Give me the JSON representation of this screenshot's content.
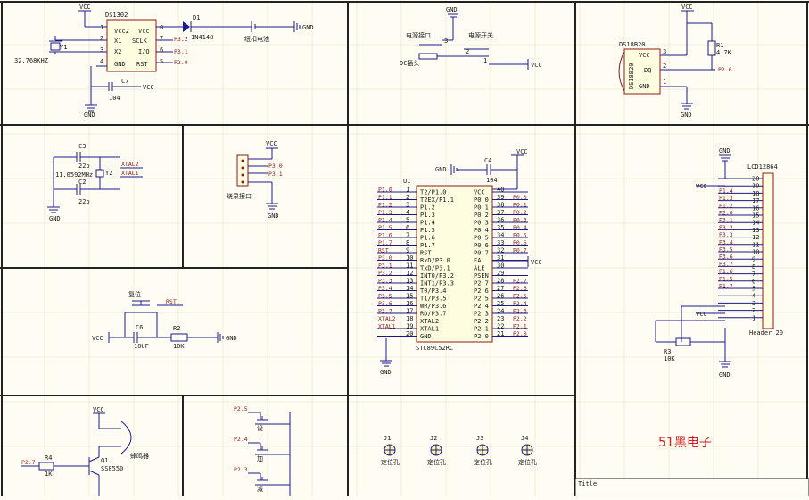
{
  "ds1302": {
    "ref": "DS1302",
    "pins_left": [
      "Vcc2",
      "X1",
      "X2",
      "GND"
    ],
    "pins_right": [
      "Vcc",
      "SCLK",
      "I/O",
      "RST"
    ],
    "pin_nums_left": [
      "1",
      "2",
      "3",
      "4"
    ],
    "pin_nums_right": [
      "8",
      "7",
      "6",
      "5"
    ],
    "nets_right": [
      "P3.2",
      "P3.1",
      "P2.0"
    ],
    "crystal_ref": "Y1",
    "crystal_val": "32.768KHZ",
    "cap_ref": "C7",
    "cap_val": "104",
    "vcc": "VCC",
    "gnd": "GND"
  },
  "battery": {
    "diode_ref": "D1",
    "diode_val": "1N4148",
    "label": "纽扣电池",
    "gnd": "GND"
  },
  "power": {
    "gnd": "GND",
    "port_label": "电源接口",
    "switch_label": "电源开关",
    "dc_label": "DC插头",
    "pin1": "1",
    "pin2": "2",
    "pin3": "3",
    "vcc": "VCC"
  },
  "ds18b20": {
    "ref": "DS18B20",
    "vcc": "VCC",
    "pins": [
      "VCC",
      "DQ",
      "GND"
    ],
    "pin_nums": [
      "3",
      "2",
      "1"
    ],
    "body_text": "DS18B20",
    "r_ref": "R1",
    "r_val": "4.7K",
    "net": "P2.6",
    "gnd": "GND"
  },
  "osc": {
    "c3_ref": "C3",
    "c3_val": "22p",
    "c2_ref": "C2",
    "c2_val": "22p",
    "y_ref": "Y2",
    "y_val": "11.0592MHz",
    "net1": "XTAL2",
    "net2": "XTAL1",
    "gnd": "GND"
  },
  "ir": {
    "vcc": "VCC",
    "net1": "P3.0",
    "net2": "P3.1",
    "label": "烧录接口",
    "gnd": "GND"
  },
  "mcu": {
    "ref": "U1",
    "name": "STC89C52RC",
    "gnd_label": "GND",
    "c4_ref": "C4",
    "c4_val": "104",
    "vcc": "VCC",
    "ea_vcc": "VCC",
    "gnd": "GND",
    "left_nums": [
      "1",
      "2",
      "3",
      "4",
      "5",
      "6",
      "7",
      "8",
      "9",
      "10",
      "11",
      "12",
      "13",
      "14",
      "15",
      "16",
      "17",
      "18",
      "19",
      "20"
    ],
    "left_pins": [
      "T2/P1.0",
      "T2EX/P1.1",
      "P1.2",
      "P1.3",
      "P1.4",
      "P1.5",
      "P1.6",
      "P1.7",
      "RST",
      "RxD/P3.0",
      "TxD/P3.1",
      "INT0/P3.2",
      "INT1/P3.3",
      "T0/P3.4",
      "T1/P3.5",
      "WR/P3.6",
      "RD/P3.7",
      "XTAL2",
      "XTAL1",
      "GND"
    ],
    "left_nets": [
      "P1.0",
      "P1.1",
      "P1.2",
      "P1.3",
      "P1.4",
      "P1.5",
      "P1.6",
      "P1.7",
      "RST",
      "P3.0",
      "P3.1",
      "P3.2",
      "P3.3",
      "P3.4",
      "P3.5",
      "P3.6",
      "P3.7",
      "XTAL2",
      "XTAL1",
      ""
    ],
    "right_nums": [
      "40",
      "39",
      "38",
      "37",
      "36",
      "35",
      "34",
      "33",
      "32",
      "31",
      "30",
      "29",
      "28",
      "27",
      "26",
      "25",
      "24",
      "23",
      "22",
      "21"
    ],
    "right_pins": [
      "VCC",
      "P0.0",
      "P0.1",
      "P0.2",
      "P0.3",
      "P0.4",
      "P0.5",
      "P0.6",
      "P0.7",
      "EA",
      "ALE",
      "PSEN",
      "P2.7",
      "P2.6",
      "P2.5",
      "P2.4",
      "P2.3",
      "P2.2",
      "P2.1",
      "P2.0"
    ],
    "right_nets": [
      "",
      "P0.0",
      "P0.1",
      "P0.2",
      "P0.3",
      "P0.4",
      "P0.5",
      "P0.6",
      "P0.7",
      "",
      "",
      "",
      "P2.7",
      "P2.6",
      "P2.5",
      "P2.4",
      "P2.3",
      "P2.2",
      "P2.1",
      "P2.0"
    ]
  },
  "lcd": {
    "ref": "LCD12864",
    "name": "Header 20",
    "gnd_top": "GND",
    "vcc1": "VCC",
    "vcc2": "VCC",
    "pot_ref": "R3",
    "pot_val": "10K",
    "gnd_bot": "GND",
    "nums": [
      "20",
      "19",
      "18",
      "17",
      "16",
      "15",
      "14",
      "13",
      "12",
      "11",
      "10",
      "9",
      "8",
      "7",
      "6",
      "5",
      "4",
      "3",
      "2",
      "1"
    ],
    "nets": [
      "",
      "",
      "P1.4",
      "P1.3",
      "P1.2",
      "P2.0",
      "P3.1",
      "P3.2",
      "P3.3",
      "P3.4",
      "P3.5",
      "P3.6",
      "P3.7",
      "P1.6",
      "P1.5",
      "P1.7",
      "",
      "",
      "",
      ""
    ]
  },
  "reset": {
    "sw_label": "复位",
    "net": "RST",
    "vcc": "VCC",
    "cap_ref": "C6",
    "cap_val": "10UF",
    "r_ref": "R2",
    "r_val": "10K",
    "gnd": "GND"
  },
  "buzzer": {
    "vcc": "VCC",
    "net": "P2.7",
    "r_ref": "R4",
    "r_val": "1K",
    "q_ref": "Q1",
    "q_val": "SS8550",
    "label": "蜂鸣器"
  },
  "keys": {
    "nets": [
      "P2.5",
      "P2.4",
      "P2.3"
    ],
    "labels": [
      "设",
      "加",
      "减"
    ]
  },
  "holes": {
    "refs": [
      "J1",
      "J2",
      "J3",
      "J4"
    ],
    "label": "定位孔"
  },
  "brand": {
    "text": "51黑电子"
  },
  "titleblock": {
    "text": "Title"
  }
}
